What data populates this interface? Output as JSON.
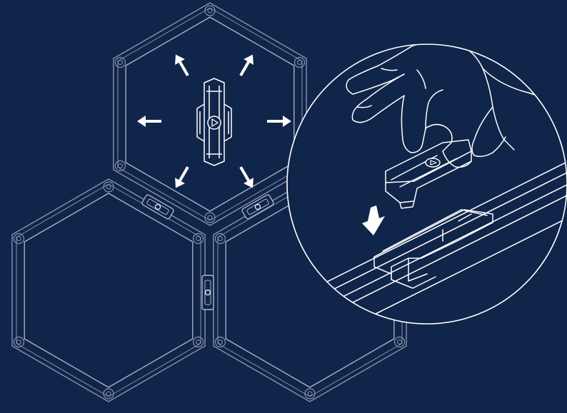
{
  "colors": {
    "background": "#10254a",
    "panel_outline": "#8793ab",
    "panel_outline_light": "#aeb8cb",
    "arrow": "#ffffff",
    "line_art": "#ffffff"
  },
  "panels": [
    {
      "name": "hexagon-panel-top"
    },
    {
      "name": "hexagon-panel-bottom-left"
    },
    {
      "name": "hexagon-panel-bottom-right"
    }
  ],
  "connectors": [
    {
      "name": "connector-top-left-link"
    },
    {
      "name": "connector-top-right-link"
    },
    {
      "name": "connector-bottom-link"
    }
  ],
  "arrows": [
    {
      "name": "arrow-up-left-icon"
    },
    {
      "name": "arrow-up-right-icon"
    },
    {
      "name": "arrow-left-icon"
    },
    {
      "name": "arrow-right-icon"
    },
    {
      "name": "arrow-down-left-icon"
    },
    {
      "name": "arrow-down-right-icon"
    }
  ],
  "icons": {
    "center_connector": "center-connector-icon",
    "detail_circle": "zoom-detail-circle",
    "hand": "hand-icon",
    "insert_arrow": "arrow-down-insert-icon"
  }
}
